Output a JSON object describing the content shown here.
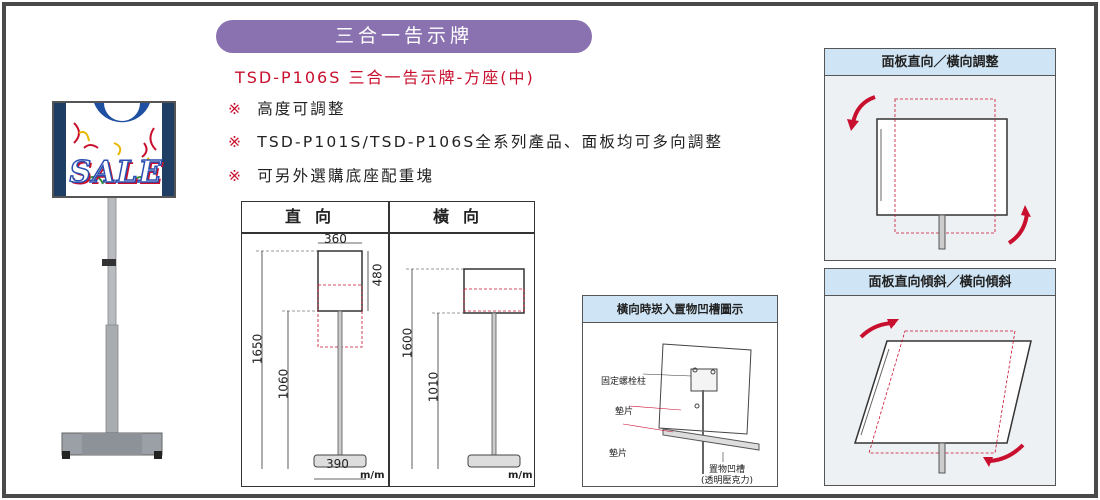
{
  "title_pill": "三合一告示牌",
  "model_line": "TSD-P106S 三合一告示牌-方座(中)",
  "features": [
    {
      "mark": "※",
      "text": "高度可調整"
    },
    {
      "mark": "※",
      "text": "TSD-P101S/TSD-P106S全系列產品、面板均可多向調整"
    },
    {
      "mark": "※",
      "text": "可另外選購底座配重塊"
    }
  ],
  "product_photo": {
    "sign_text": "SALE"
  },
  "diagram": {
    "vertical_header": "直向",
    "horizontal_header": "橫向",
    "vertical": {
      "width": "360",
      "panel_height": "480",
      "total_height": "1650",
      "lower_height": "1060",
      "base_width": "390",
      "unit": "m/m"
    },
    "horizontal": {
      "total_height": "1600",
      "lower_height": "1010",
      "unit": "m/m"
    }
  },
  "inset": {
    "title": "橫向時崁入置物凹槽圖示",
    "label_bolt": "固定螺栓柱",
    "label_pad1": "墊片",
    "label_pad2": "墊片",
    "label_groove": "置物凹槽",
    "label_groove_sub": "(透明壓克力)"
  },
  "panel_rotate": {
    "title": "面板直向／橫向調整"
  },
  "panel_tilt": {
    "title": "面板直向傾斜／橫向傾斜"
  },
  "colors": {
    "accent": "#8a72b0",
    "red": "#c8102e",
    "panel_title": "#cfe4f4",
    "frame": "#4a4a4a"
  }
}
